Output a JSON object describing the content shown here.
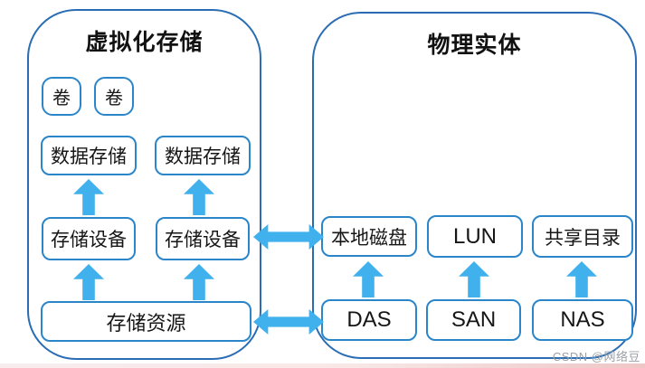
{
  "diagram": {
    "virtual_storage": {
      "title": "虚拟化存储",
      "volumes": [
        "卷",
        "卷"
      ],
      "datastores": [
        "数据存储",
        "数据存储"
      ],
      "devices": [
        "存储设备",
        "存储设备"
      ],
      "resource": "存储资源"
    },
    "physical_entity": {
      "title": "物理实体",
      "media": [
        "本地磁盘",
        "LUN",
        "共享目录"
      ],
      "storage_types": [
        "DAS",
        "SAN",
        "NAS"
      ]
    },
    "relations": {
      "device_to_media": "存储设备 ↔ 本地磁盘 (双向)",
      "resource_to_das": "存储资源 ↔ DAS (双向)"
    }
  },
  "watermark": "CSDN @网络豆",
  "colors": {
    "container_border": "#2a6db5",
    "box_border": "#2b85c9",
    "arrow_blue": "#41b1ed",
    "watermark_gray": "#9aa0a6",
    "strip_pink": "#eecaca"
  }
}
